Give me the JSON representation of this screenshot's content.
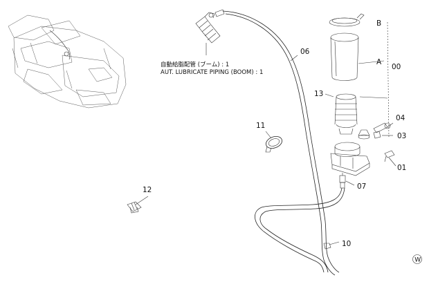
{
  "note": {
    "jp": "自動給脂配管 (ブーム) : 1",
    "en": "AUT. LUBRICATE PIPING (BOOM) : 1"
  },
  "callouts": {
    "p00": "00",
    "p01": "01",
    "p03": "03",
    "p04": "04",
    "p06": "06",
    "p07": "07",
    "p10": "10",
    "p11": "11",
    "p12": "12",
    "p13": "13",
    "a": "A",
    "b": "B"
  },
  "corner_mark": "W"
}
